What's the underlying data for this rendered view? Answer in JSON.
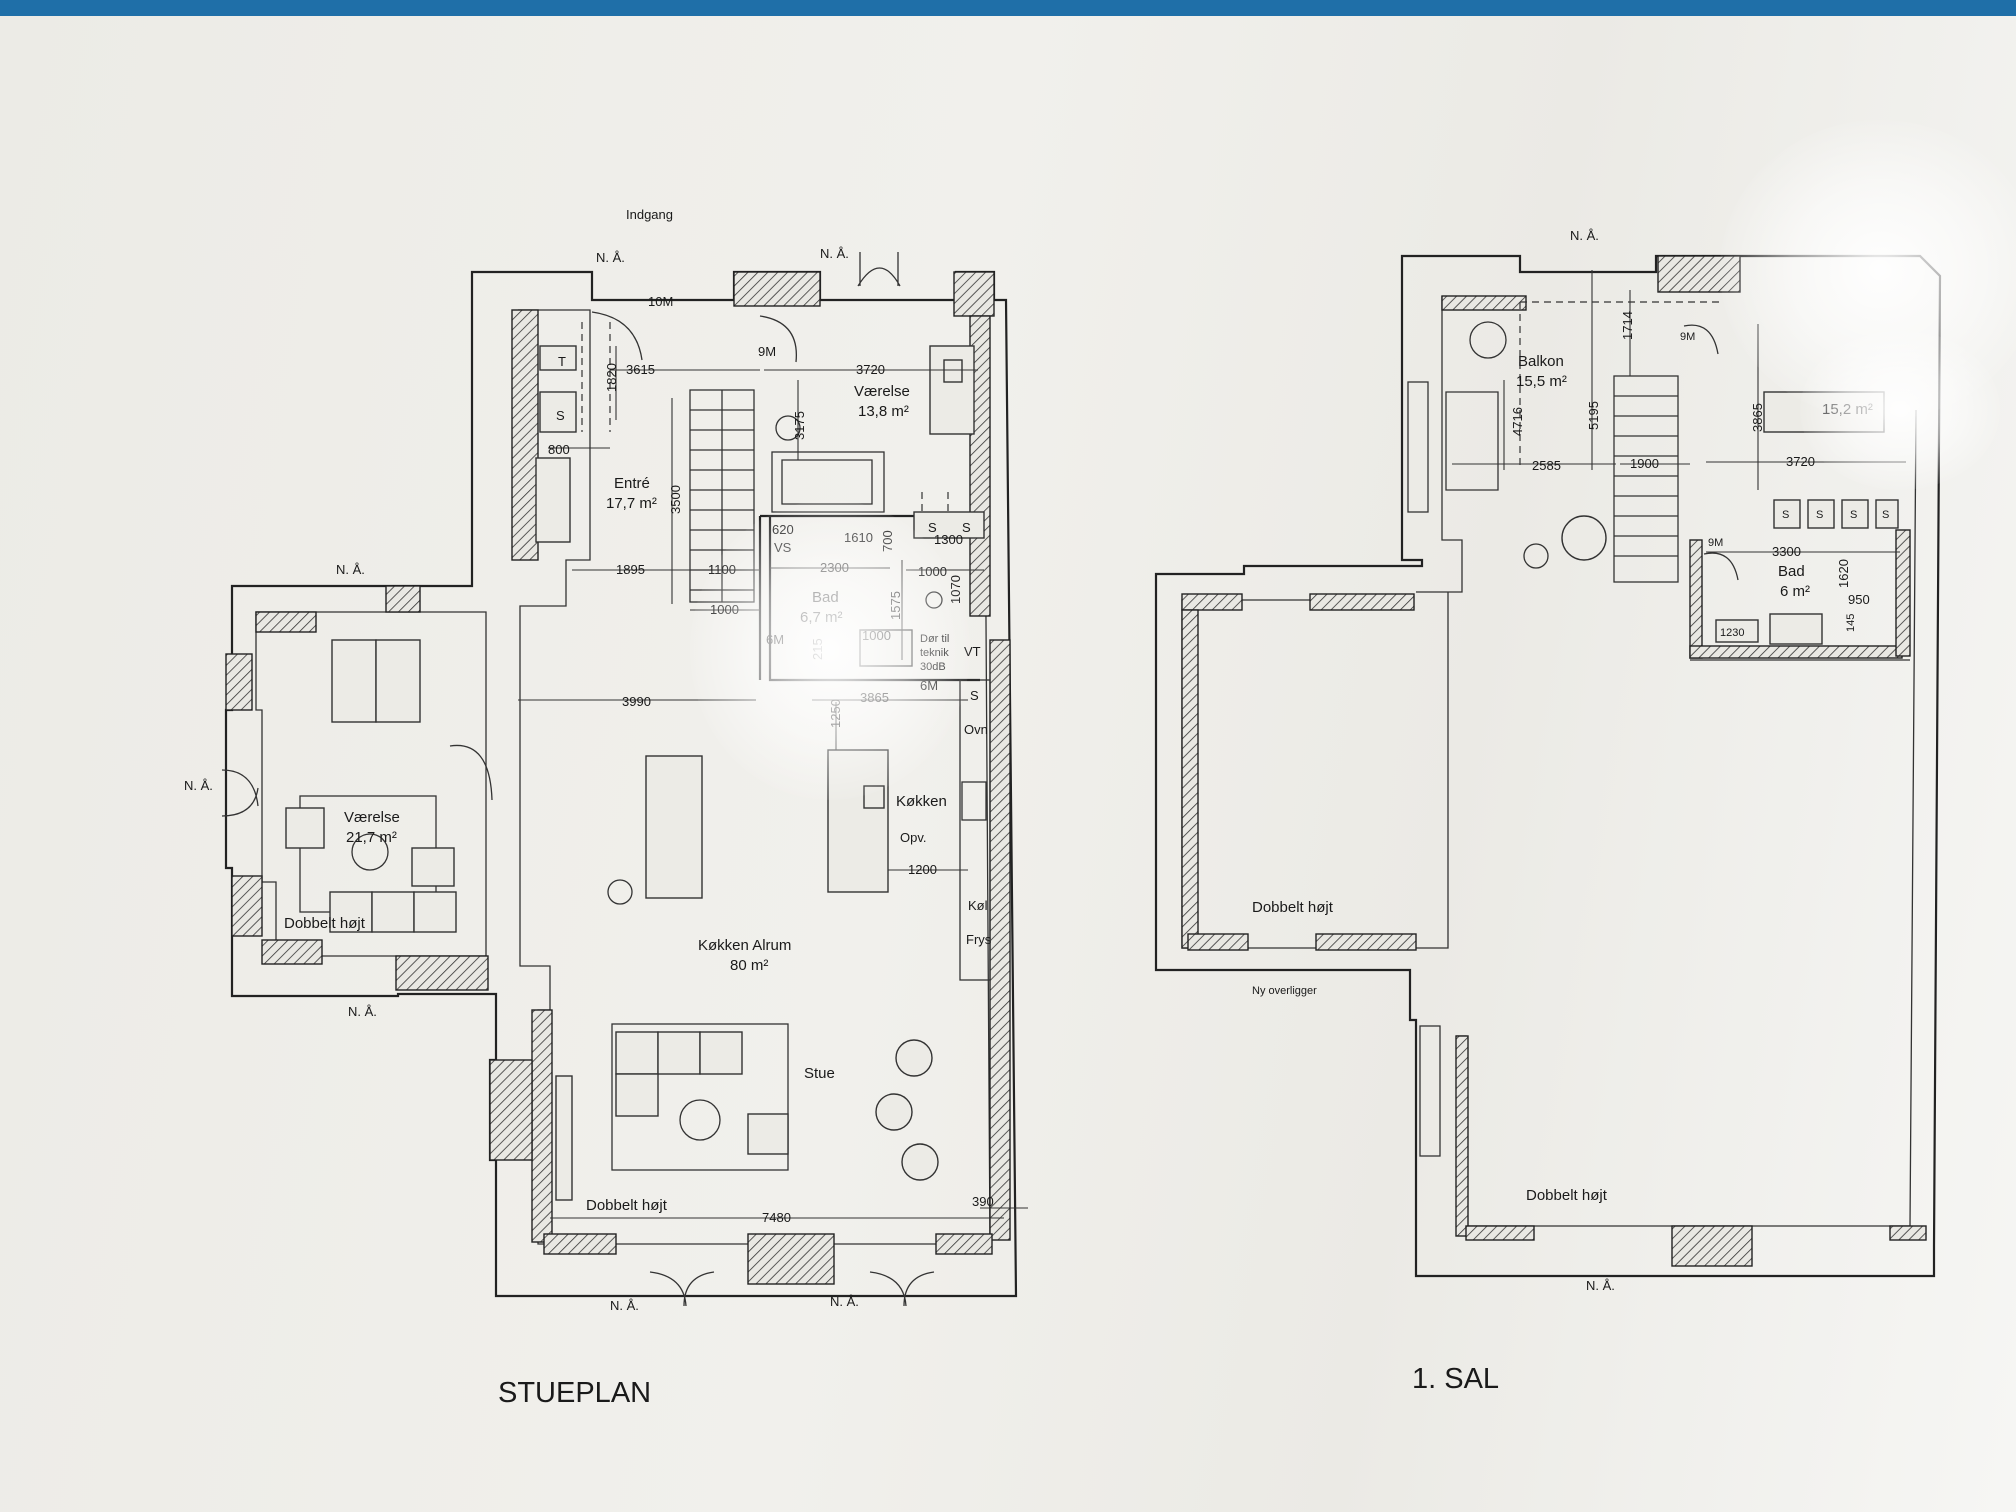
{
  "plans": {
    "ground": {
      "title": "STUEPLAN",
      "entrance": "Indgang",
      "rooms": {
        "entre": {
          "name": "Entré",
          "area": "17,7 m²"
        },
        "vaerelse_top": {
          "name": "Værelse",
          "area": "13,8 m²"
        },
        "bad": {
          "name": "Bad",
          "area": "6,7 m²"
        },
        "vaerelse_left": {
          "name": "Værelse",
          "area": "21,7 m²"
        },
        "kokken": {
          "name": "Køkken"
        },
        "alrum": {
          "name": "Køkken Alrum",
          "area": "80 m²"
        },
        "stue": {
          "name": "Stue"
        }
      },
      "notes": {
        "na": "N. Å.",
        "dobbelt_hojt": "Dobbelt højt",
        "m10": "10M",
        "m9": "9M",
        "m6": "6M",
        "door_teknik_1": "Dør til",
        "door_teknik_2": "teknik",
        "door_teknik_3": "30dB",
        "vt": "VT",
        "vs": "VS",
        "t": "T",
        "s": "S",
        "ovn": "Ovn",
        "opv": "Opv.",
        "kol": "Køl",
        "frys": "Frys"
      },
      "dimensions": {
        "d3615": "3615",
        "d1820": "1820",
        "d3720": "3720",
        "d3175": "3175",
        "d800": "800",
        "d3500": "3500",
        "d1895": "1895",
        "d1100": "1100",
        "d1000a": "1000",
        "d620": "620",
        "d1610": "1610",
        "d700": "700",
        "d1300": "1300",
        "d2300": "2300",
        "d1000b": "1000",
        "d1070": "1070",
        "d1575": "1575",
        "d1000c": "1000",
        "d215": "215",
        "d3990": "3990",
        "d3865": "3865",
        "d1250": "1250",
        "d1200": "1200",
        "d7480": "7480",
        "d390": "390"
      }
    },
    "first": {
      "title": "1. SAL",
      "rooms": {
        "balkon": {
          "name": "Balkon",
          "area": "15,5 m²"
        },
        "bad": {
          "name": "Bad",
          "area": "6 m²"
        },
        "right_room_area": "15,2 m²"
      },
      "notes": {
        "na": "N. Å.",
        "dobbelt_hojt": "Dobbelt højt",
        "ny_overligger": "Ny overligger",
        "m9a": "9M",
        "m9b": "9M",
        "s": "S"
      },
      "dimensions": {
        "d1714": "1714",
        "d4716": "4716",
        "d5195": "5195",
        "d3865": "3865",
        "d2585": "2585",
        "d1900": "1900",
        "d3720": "3720",
        "d3300": "3300",
        "d1620": "1620",
        "d950": "950",
        "d1230": "1230",
        "d145": "145"
      }
    }
  }
}
